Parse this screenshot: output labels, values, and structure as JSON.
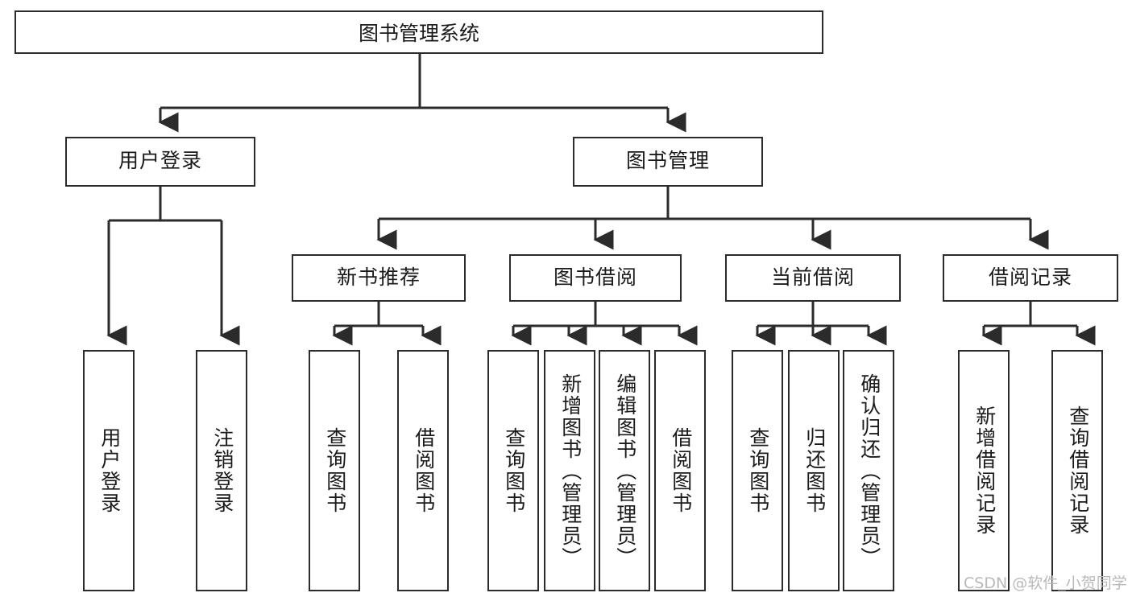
{
  "diagram": {
    "title": "图书管理系统",
    "type": "tree-hierarchy",
    "watermark": "CSDN @软件_小贺同学",
    "colors": {
      "background": "#ffffff",
      "box_border": "#2b2b2b",
      "box_fill": "#ffffff",
      "text": "#1a1a1a",
      "edge": "#2b2b2b",
      "watermark": "#b9b9b9"
    }
  },
  "nodes": {
    "root": {
      "label": "图书管理系统",
      "level": 1
    },
    "level2": [
      {
        "id": "user-login",
        "label": "用户登录"
      },
      {
        "id": "book-management",
        "label": "图书管理"
      }
    ],
    "level3": [
      {
        "id": "new-book-recommend",
        "label": "新书推荐",
        "parent": "book-management"
      },
      {
        "id": "book-borrow",
        "label": "图书借阅",
        "parent": "book-management"
      },
      {
        "id": "current-borrow",
        "label": "当前借阅",
        "parent": "book-management"
      },
      {
        "id": "borrow-record",
        "label": "借阅记录",
        "parent": "book-management"
      }
    ],
    "leaves": {
      "user-login": [
        {
          "id": "leaf-user-login",
          "label": "用户登录"
        },
        {
          "id": "leaf-logout-login",
          "label": "注销登录"
        }
      ],
      "new-book-recommend": [
        {
          "id": "leaf-query-book-1",
          "label": "查询图书"
        },
        {
          "id": "leaf-borrow-book-1",
          "label": "借阅图书"
        }
      ],
      "book-borrow": [
        {
          "id": "leaf-query-book-2",
          "label": "查询图书"
        },
        {
          "id": "leaf-add-book",
          "label": "新增图书（管理员）"
        },
        {
          "id": "leaf-edit-book",
          "label": "编辑图书（管理员）"
        },
        {
          "id": "leaf-borrow-book-2",
          "label": "借阅图书"
        }
      ],
      "current-borrow": [
        {
          "id": "leaf-query-book-3",
          "label": "查询图书"
        },
        {
          "id": "leaf-return-book",
          "label": "归还图书"
        },
        {
          "id": "leaf-confirm-return",
          "label": "确认归还（管理员）"
        }
      ],
      "borrow-record": [
        {
          "id": "leaf-add-record",
          "label": "新增借阅记录"
        },
        {
          "id": "leaf-query-record",
          "label": "查询借阅记录"
        }
      ]
    }
  }
}
